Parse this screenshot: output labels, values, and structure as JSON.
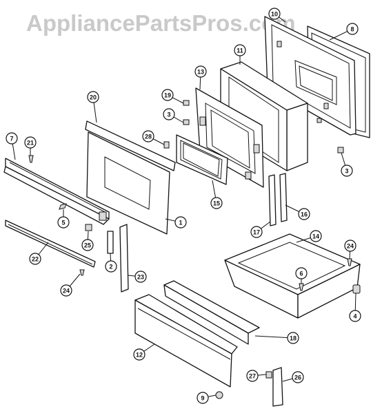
{
  "watermark": "AppliancePartsPros.com",
  "callouts": [
    {
      "id": "c10",
      "label": "10"
    },
    {
      "id": "c8",
      "label": "8"
    },
    {
      "id": "c11",
      "label": "11"
    },
    {
      "id": "c13",
      "label": "13"
    },
    {
      "id": "c19",
      "label": "19"
    },
    {
      "id": "c3a",
      "label": "3"
    },
    {
      "id": "c20",
      "label": "20"
    },
    {
      "id": "c28",
      "label": "28"
    },
    {
      "id": "c7",
      "label": "7"
    },
    {
      "id": "c21",
      "label": "21"
    },
    {
      "id": "c3b",
      "label": "3"
    },
    {
      "id": "c15",
      "label": "15"
    },
    {
      "id": "c1",
      "label": "1"
    },
    {
      "id": "c5",
      "label": "5"
    },
    {
      "id": "c25",
      "label": "25"
    },
    {
      "id": "c17",
      "label": "17"
    },
    {
      "id": "c16",
      "label": "16"
    },
    {
      "id": "c14",
      "label": "14"
    },
    {
      "id": "c24a",
      "label": "24"
    },
    {
      "id": "c22",
      "label": "22"
    },
    {
      "id": "c2",
      "label": "2"
    },
    {
      "id": "c23",
      "label": "23"
    },
    {
      "id": "c6",
      "label": "6"
    },
    {
      "id": "c24b",
      "label": "24"
    },
    {
      "id": "c4",
      "label": "4"
    },
    {
      "id": "c18",
      "label": "18"
    },
    {
      "id": "c12",
      "label": "12"
    },
    {
      "id": "c27",
      "label": "27"
    },
    {
      "id": "c26",
      "label": "26"
    },
    {
      "id": "c9",
      "label": "9"
    }
  ]
}
